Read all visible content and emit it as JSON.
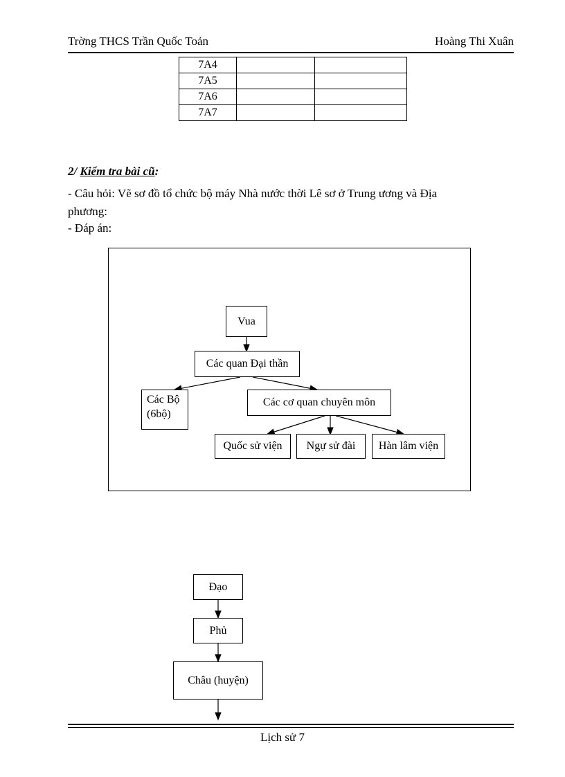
{
  "header": {
    "left": "Trờng  THCS Trần Quốc  Toản",
    "right": "Hoàng Thi Xuân"
  },
  "class_table": {
    "rows": [
      {
        "class": "7A4",
        "col2": "",
        "col3": ""
      },
      {
        "class": "7A5",
        "col2": "",
        "col3": ""
      },
      {
        "class": "7A6",
        "col2": "",
        "col3": ""
      },
      {
        "class": "7A7",
        "col2": "",
        "col3": ""
      }
    ]
  },
  "section": {
    "number": "2/ ",
    "title": "Kiểm tra bài cũ",
    "colon": ":",
    "question_line1": "- Câu hỏi: Vẽ sơ đồ tổ chức bộ máy Nhà nước thời Lê sơ ở Trung ương và Địa",
    "question_line2": "phương:",
    "answer_label": "- Đáp án:"
  },
  "diagram_central": {
    "nodes": {
      "king": "Vua",
      "mandarins": "Các quan Đại thần",
      "ministries_line1": "Các Bộ",
      "ministries_line2": "(6bộ)",
      "specialized": "Các cơ quan chuyên môn",
      "history_institute": "Quốc sử viện",
      "censorate": "Ngự sử đài",
      "academy": "Hàn lâm viện"
    }
  },
  "diagram_local": {
    "nodes": {
      "dao": "Đạo",
      "phu": "Phủ",
      "chau": "Châu (huyện)"
    }
  },
  "footer": {
    "text": "Lịch sử 7"
  }
}
